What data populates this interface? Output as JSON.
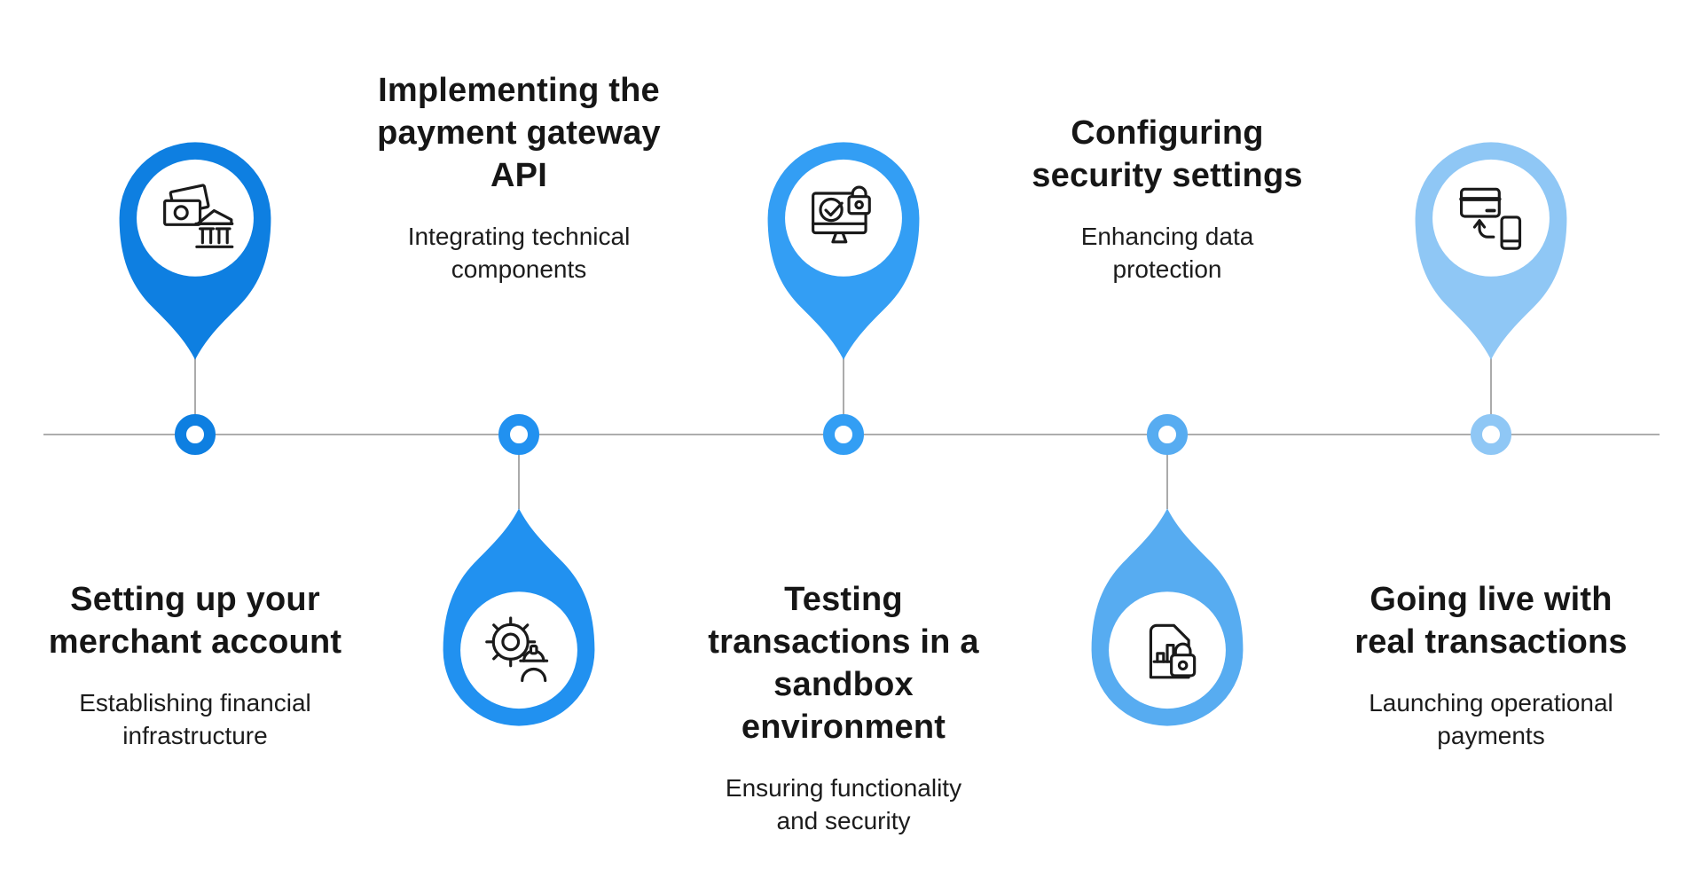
{
  "diagram": {
    "description": "Payment gateway setup timeline",
    "timeline_color": "#adadad",
    "connector_color": "#ababab",
    "icon_stroke": "#1a1a1a",
    "text_color": "#161616",
    "steps": [
      {
        "index": 1,
        "pin_side": "above-line",
        "text_side": "below-line",
        "color": "#0e7fe1",
        "icon": "money-bank-icon",
        "title": "Setting up your\nmerchant account",
        "subtitle": "Establishing financial\ninfrastructure"
      },
      {
        "index": 2,
        "pin_side": "below-line",
        "text_side": "above-line",
        "color": "#2191f0",
        "icon": "gear-engineer-icon",
        "title": "Implementing the\npayment gateway\nAPI",
        "subtitle": "Integrating technical\ncomponents"
      },
      {
        "index": 3,
        "pin_side": "above-line",
        "text_side": "below-line",
        "color": "#339ef4",
        "icon": "monitor-check-lock-icon",
        "title": "Testing\ntransactions in a\nsandbox\nenvironment",
        "subtitle": "Ensuring functionality\nand security"
      },
      {
        "index": 4,
        "pin_side": "below-line",
        "text_side": "above-line",
        "color": "#57acf1",
        "icon": "document-chart-lock-icon",
        "title": "Configuring\nsecurity settings",
        "subtitle": "Enhancing data\nprotection"
      },
      {
        "index": 5,
        "pin_side": "above-line",
        "text_side": "below-line",
        "color": "#8fc7f5",
        "icon": "card-phone-transfer-icon",
        "title": "Going live with\nreal transactions",
        "subtitle": "Launching operational\npayments"
      }
    ]
  }
}
